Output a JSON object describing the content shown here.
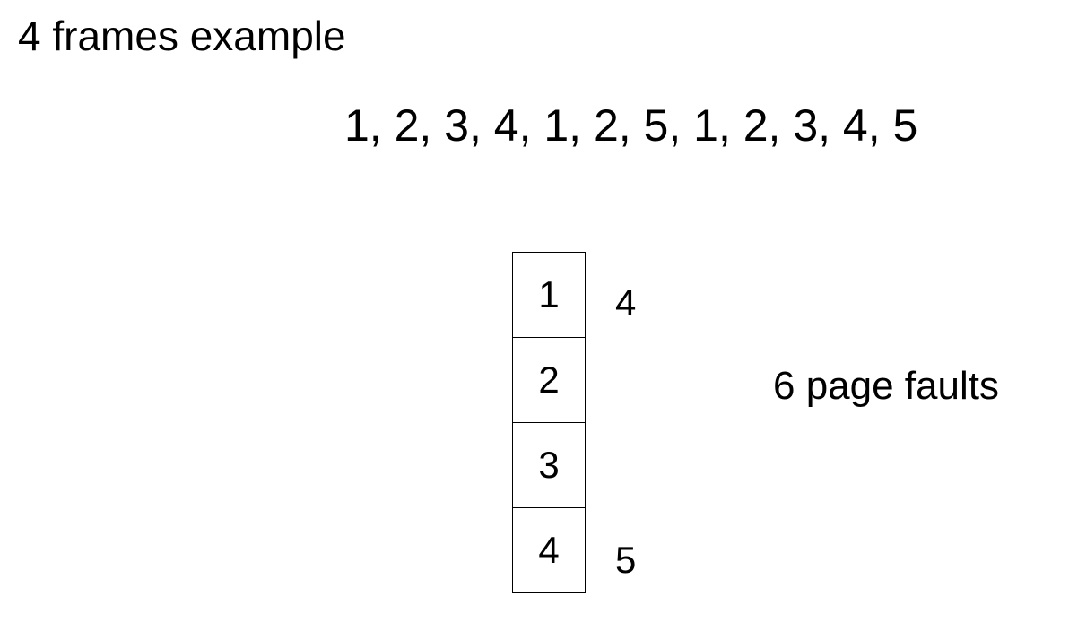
{
  "title": "4 frames example",
  "reference_string": "1, 2, 3, 4, 1, 2, 5, 1, 2, 3, 4, 5",
  "frames": [
    "1",
    "2",
    "3",
    "4"
  ],
  "annotations": {
    "frame_1_replacement": "4",
    "frame_4_replacement": "5"
  },
  "page_faults_label": "6 page faults"
}
